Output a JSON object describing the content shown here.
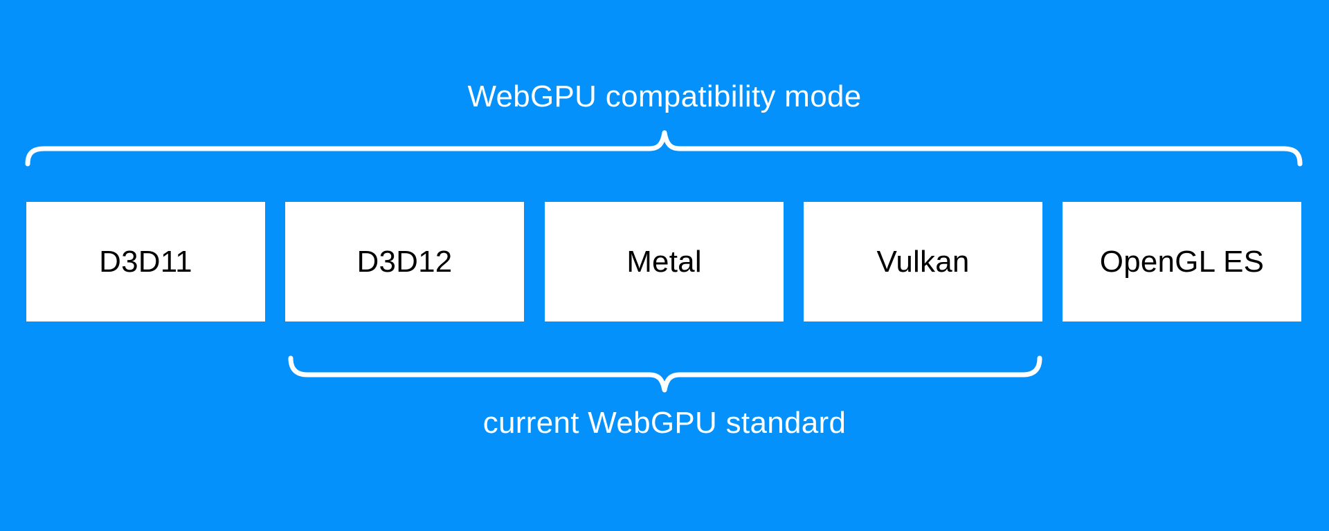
{
  "top_group": {
    "label": "WebGPU compatibility mode",
    "spans": [
      "D3D11",
      "D3D12",
      "Metal",
      "Vulkan",
      "OpenGL ES"
    ]
  },
  "bottom_group": {
    "label": "current WebGPU standard",
    "spans": [
      "D3D12",
      "Metal",
      "Vulkan"
    ]
  },
  "boxes": [
    {
      "label": "D3D11"
    },
    {
      "label": "D3D12"
    },
    {
      "label": "Metal"
    },
    {
      "label": "Vulkan"
    },
    {
      "label": "OpenGL ES"
    }
  ],
  "colors": {
    "background": "#0591fb",
    "box_background": "#ffffff",
    "box_text": "#000000",
    "brace": "#ffffff",
    "label_text": "#ffffff"
  }
}
